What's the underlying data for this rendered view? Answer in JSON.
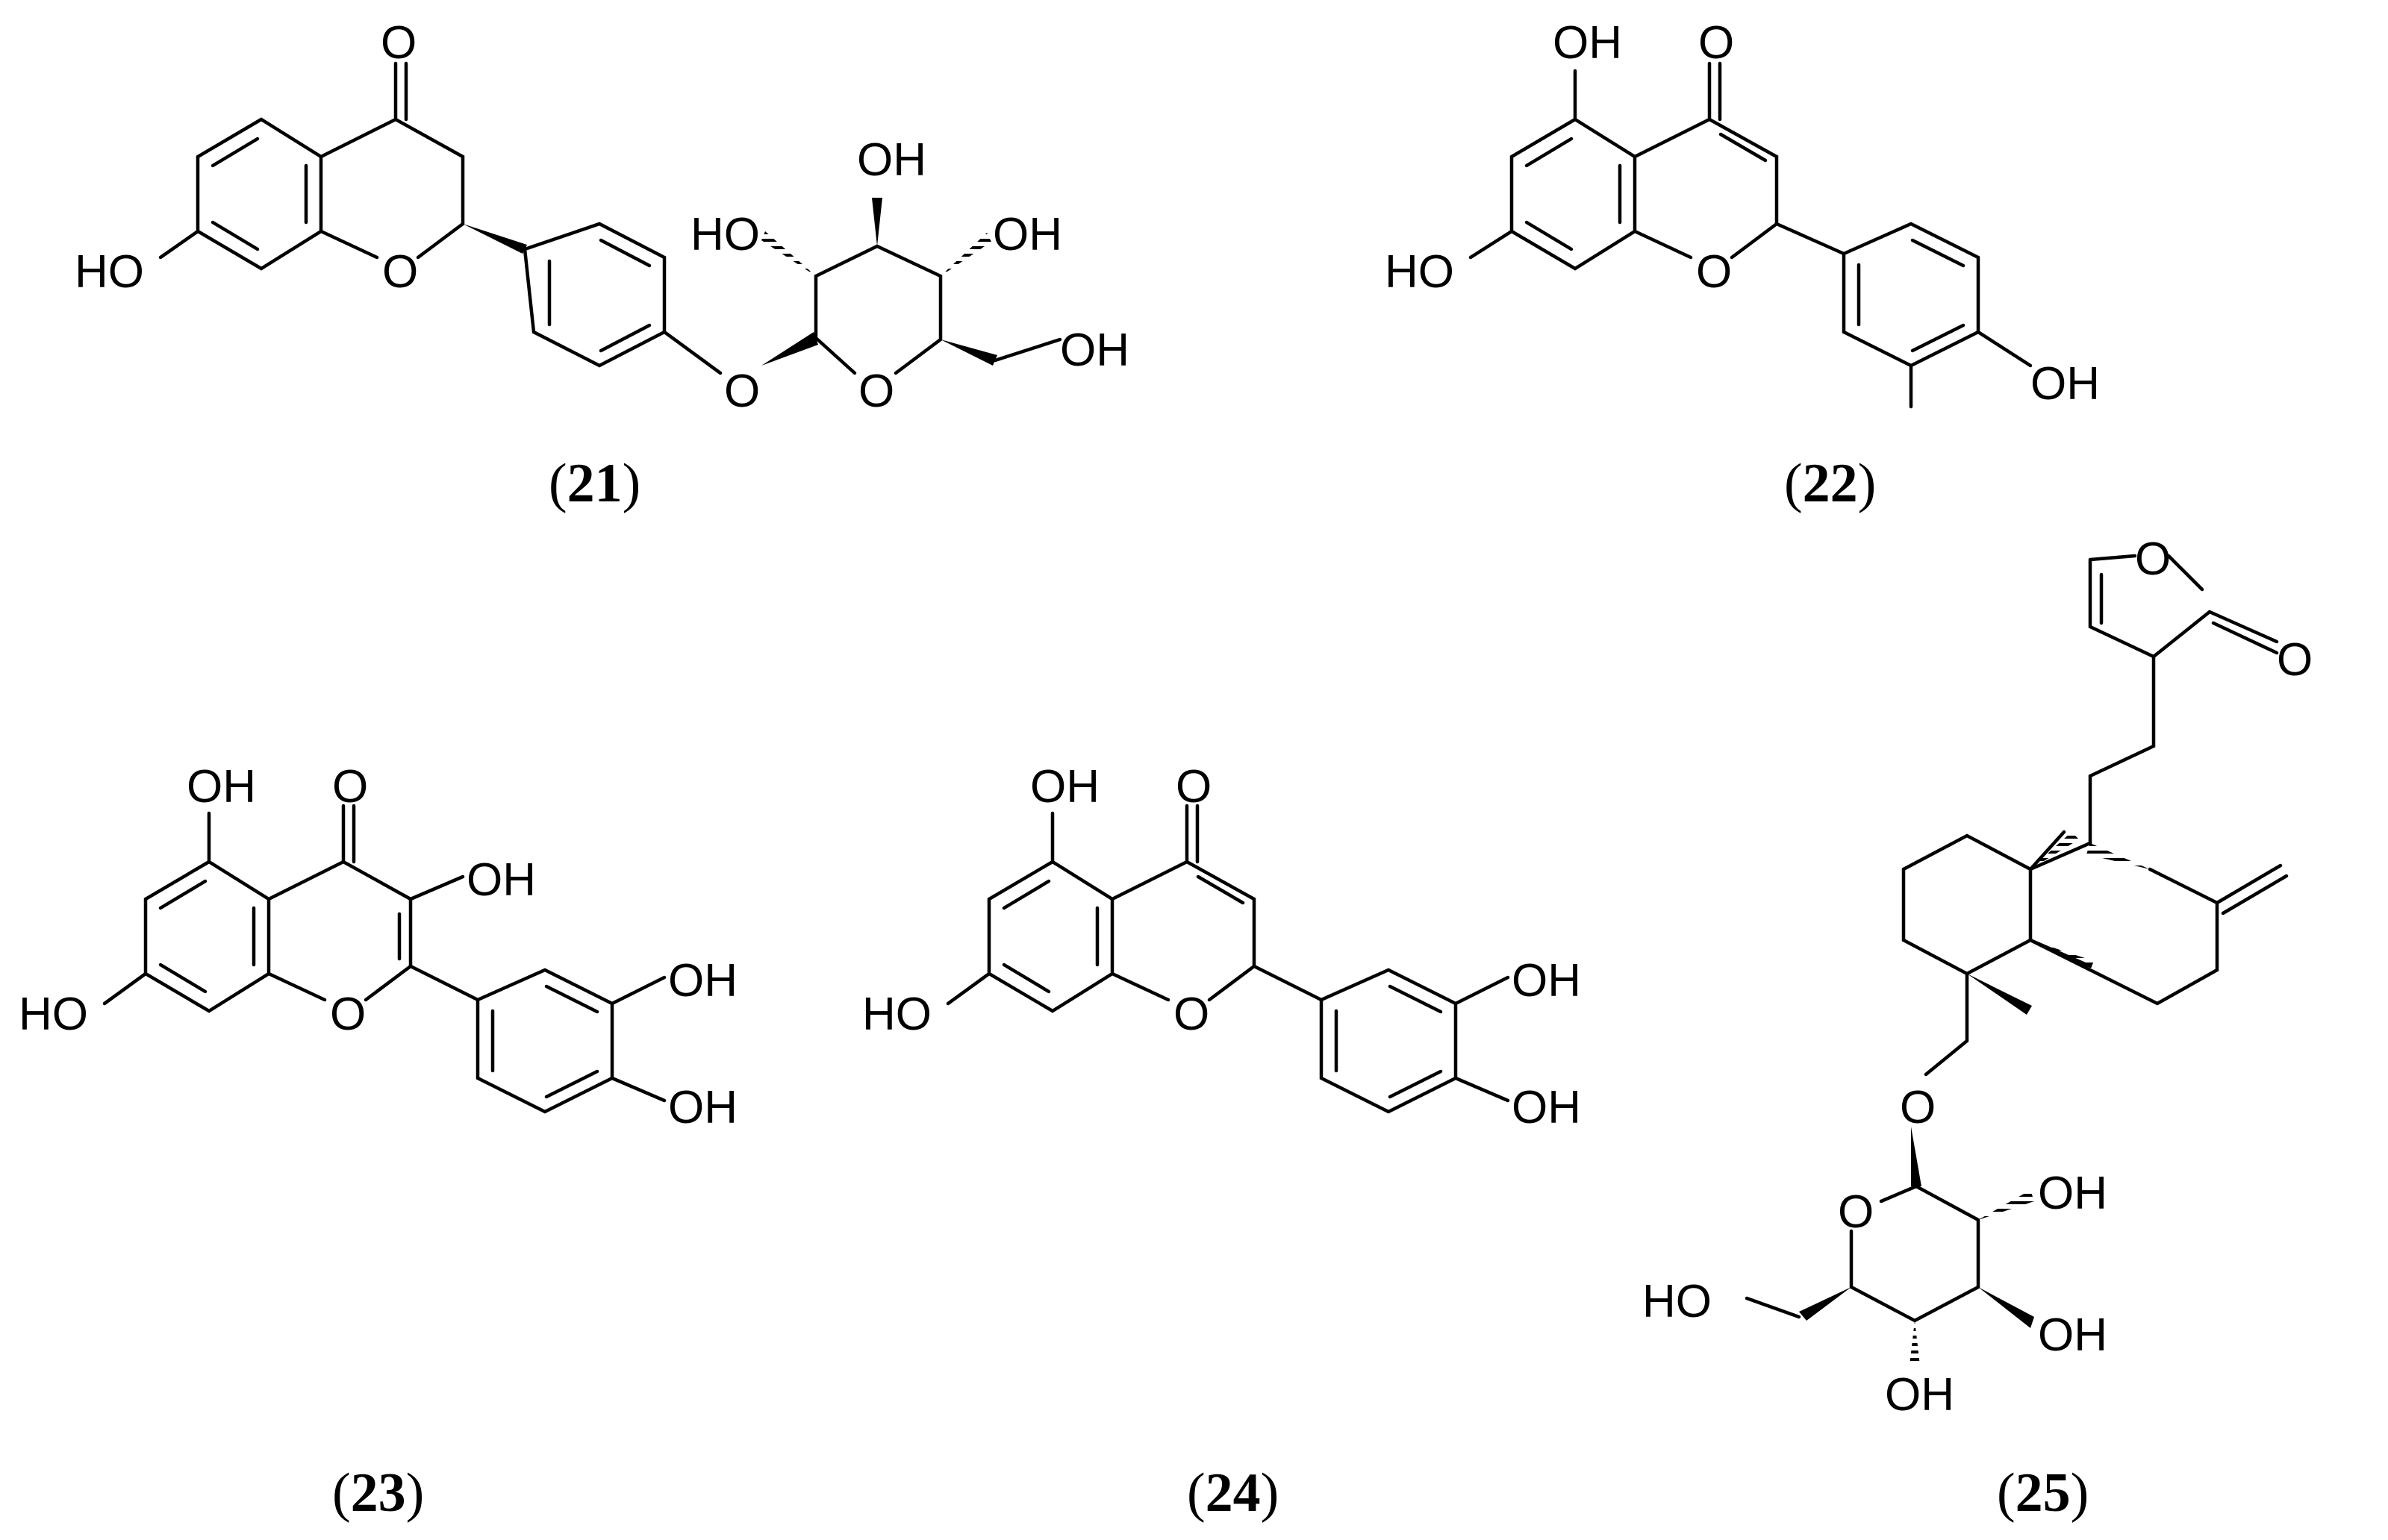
{
  "figure": {
    "compounds": [
      {
        "id": "21",
        "caption": {
          "open": "(",
          "number": "21",
          "close": ")"
        },
        "atom_labels": [
          "O",
          "HO",
          "O",
          "OH",
          "HO",
          "OH",
          "O",
          "O",
          "OH"
        ]
      },
      {
        "id": "22",
        "caption": {
          "open": "(",
          "number": "22",
          "close": ")"
        },
        "atom_labels": [
          "OH",
          "O",
          "HO",
          "O",
          "OH"
        ]
      },
      {
        "id": "23",
        "caption": {
          "open": "(",
          "number": "23",
          "close": ")"
        },
        "atom_labels": [
          "OH",
          "O",
          "OH",
          "HO",
          "O",
          "OH",
          "OH"
        ]
      },
      {
        "id": "24",
        "caption": {
          "open": "(",
          "number": "24",
          "close": ")"
        },
        "atom_labels": [
          "OH",
          "O",
          "HO",
          "O",
          "OH",
          "OH"
        ]
      },
      {
        "id": "25",
        "caption": {
          "open": "(",
          "number": "25",
          "close": ")"
        },
        "atom_labels": [
          "O",
          "O",
          "O",
          "O",
          "OH",
          "HO",
          "OH",
          "OH"
        ]
      }
    ]
  }
}
